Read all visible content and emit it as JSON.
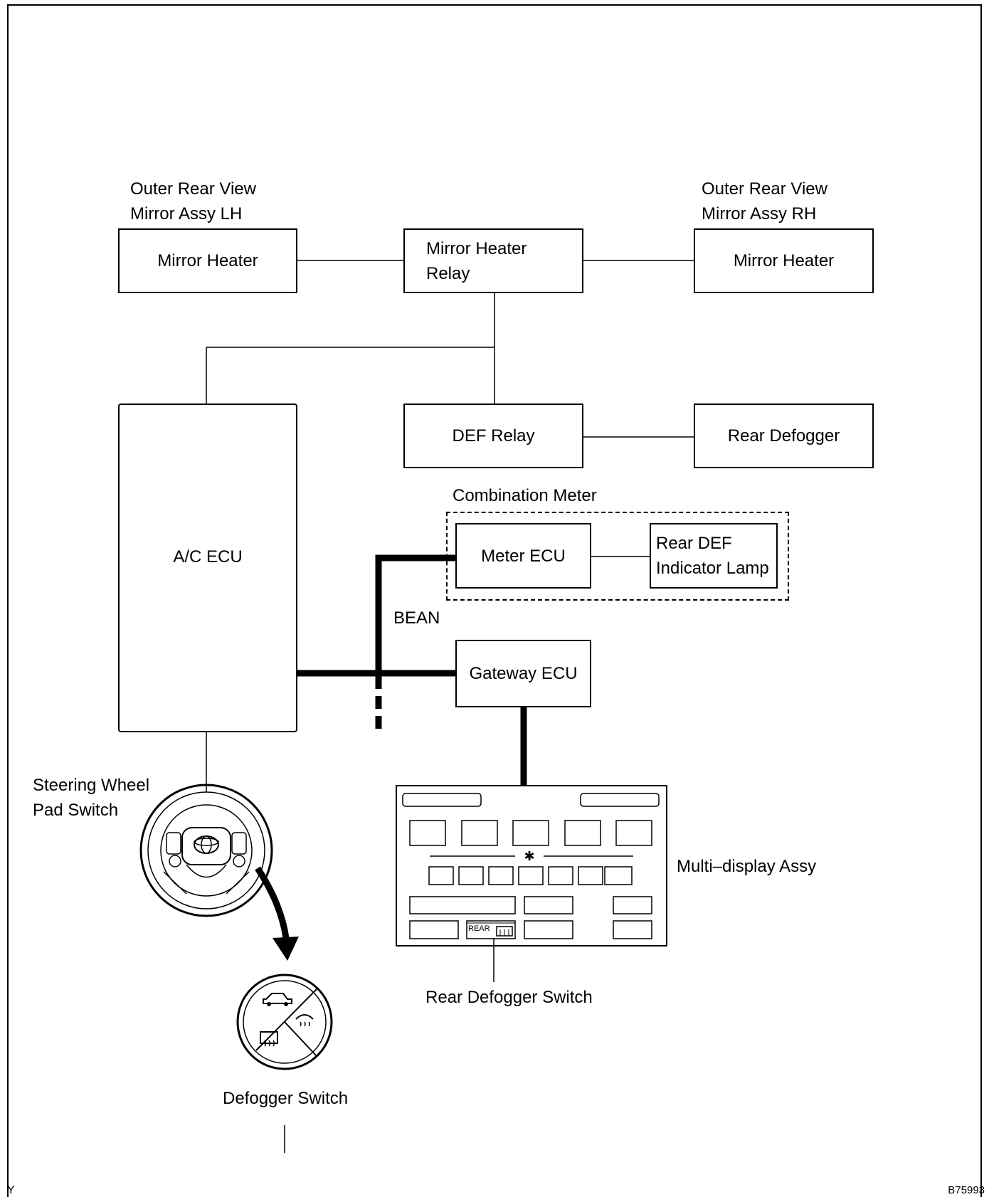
{
  "labels": {
    "mirror_lh_title": "Outer Rear View\nMirror Assy LH",
    "mirror_rh_title": "Outer Rear View\nMirror Assy RH",
    "combination_meter": "Combination Meter",
    "bean": "BEAN",
    "steering_pad": "Steering Wheel\nPad Switch",
    "multi_display": "Multi–display Assy",
    "rear_defogger_switch": "Rear Defogger Switch",
    "defogger_switch": "Defogger Switch",
    "rear_button": "REAR"
  },
  "boxes": {
    "mirror_heater_lh": "Mirror Heater",
    "mirror_heater_relay": "Mirror Heater\nRelay",
    "mirror_heater_rh": "Mirror Heater",
    "def_relay": "DEF Relay",
    "rear_defogger": "Rear Defogger",
    "ac_ecu": "A/C ECU",
    "meter_ecu": "Meter ECU",
    "rear_def_lamp": "Rear DEF\nIndicator Lamp",
    "gateway_ecu": "Gateway ECU"
  },
  "footer": {
    "left": "Y",
    "right": "B75993"
  }
}
